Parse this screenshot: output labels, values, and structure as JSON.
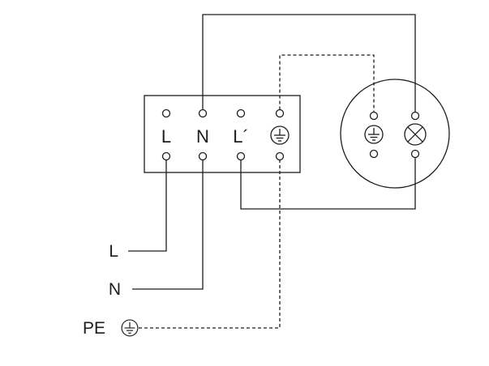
{
  "colors": {
    "line": "#1d1d1b",
    "background": "#ffffff"
  },
  "terminal_block": {
    "terminals": [
      {
        "label": "L"
      },
      {
        "label": "N"
      },
      {
        "label": "L´"
      },
      {
        "label": "",
        "icon": "earth-icon"
      }
    ]
  },
  "load": {
    "type": "luminaire",
    "icons": [
      "earth-icon",
      "lamp-icon"
    ]
  },
  "supply": {
    "live": "L",
    "neutral": "N",
    "earth": "PE"
  }
}
